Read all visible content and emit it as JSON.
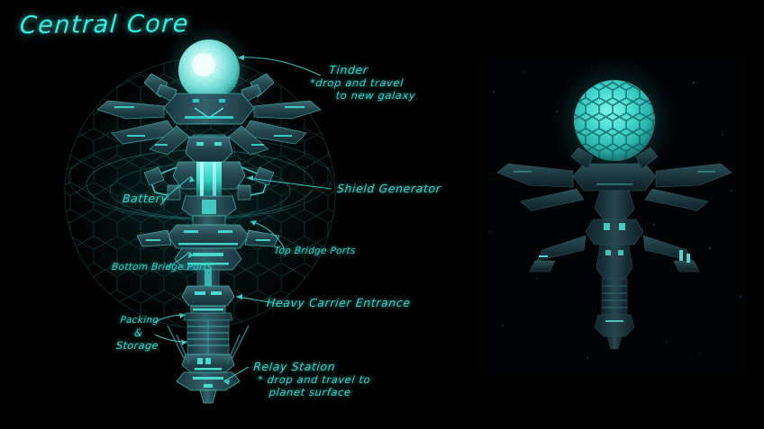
{
  "page": {
    "title": "Central Core",
    "background_color": "#000000",
    "accent_color": "#2ff0e4",
    "annotation_color": "#2fd9cf",
    "structure_color": "#28707a"
  },
  "annotations": [
    {
      "id": "tinder",
      "label": "Tinder",
      "note_line1": "*drop and travel",
      "note_line2": "to new galaxy"
    },
    {
      "id": "shield-generator",
      "label": "Shield Generator"
    },
    {
      "id": "battery",
      "label": "Battery"
    },
    {
      "id": "top-bridge-ports",
      "label": "Top Bridge Ports"
    },
    {
      "id": "bottom-bridge-ports",
      "label": "Bottom Bridge Ports"
    },
    {
      "id": "heavy-carrier-entrance",
      "label": "Heavy Carrier Entrance"
    },
    {
      "id": "packing-storage",
      "line1": "Packing",
      "line2": "&",
      "line3": "Storage"
    },
    {
      "id": "relay-station",
      "label": "Relay Station",
      "note_line1": "* drop and travel to",
      "note_line2": "planet surface"
    }
  ]
}
